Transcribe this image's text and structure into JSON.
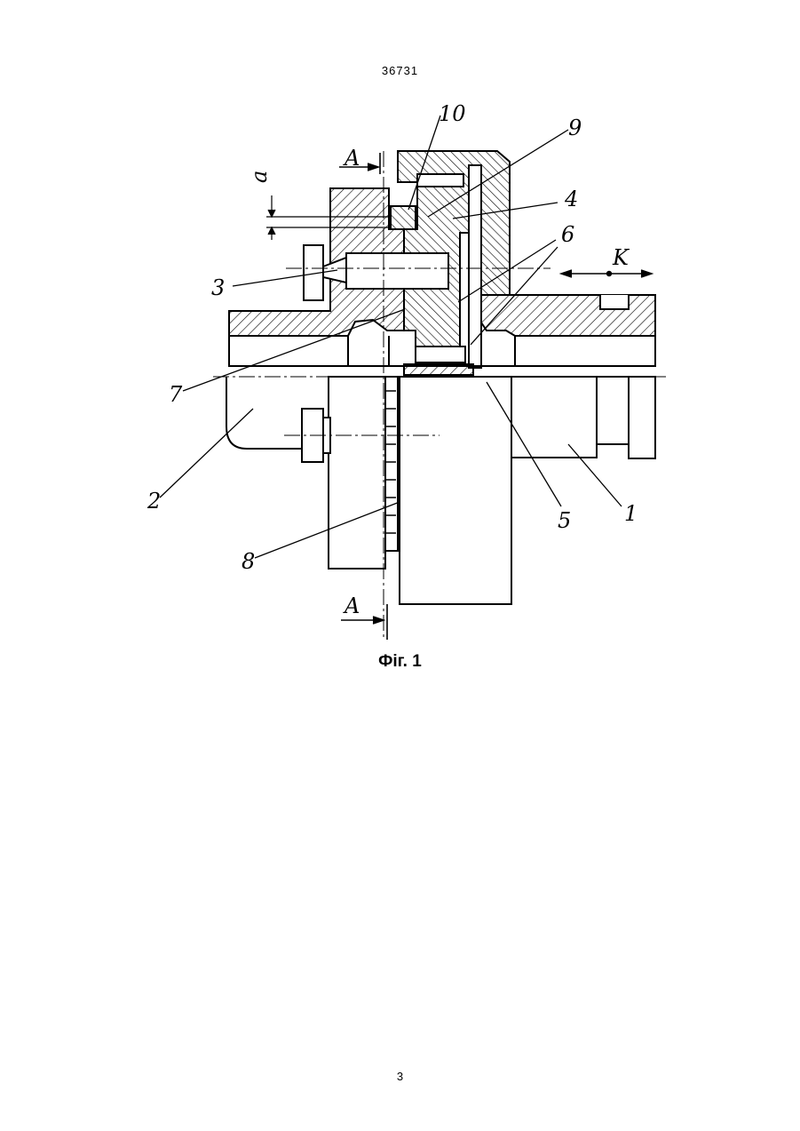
{
  "patent_number": "36731",
  "page_number": "3",
  "figure_caption": "Фiг. 1",
  "drawing": {
    "part_labels": [
      "1",
      "2",
      "3",
      "4",
      "5",
      "6",
      "7",
      "8",
      "9",
      "10"
    ],
    "section_label": "A",
    "direction_label": "K",
    "dimension_label": "a"
  }
}
